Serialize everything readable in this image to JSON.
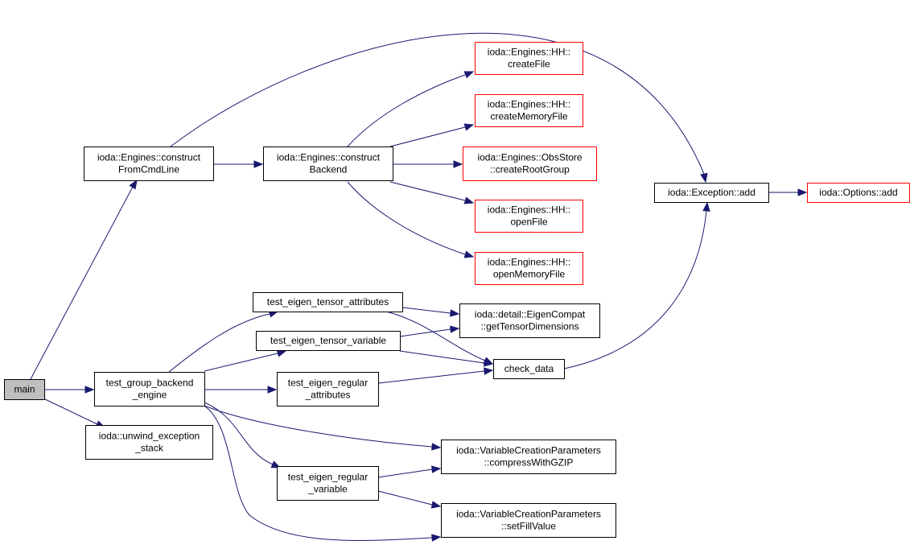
{
  "diagram": {
    "nodes": [
      {
        "id": "main",
        "lines": [
          "main"
        ],
        "style": "root"
      },
      {
        "id": "construct_cmd",
        "lines": [
          "ioda::Engines::construct",
          "FromCmdLine"
        ],
        "style": "black"
      },
      {
        "id": "construct_backend",
        "lines": [
          "ioda::Engines::construct",
          "Backend"
        ],
        "style": "black"
      },
      {
        "id": "hh_createfile",
        "lines": [
          "ioda::Engines::HH::",
          "createFile"
        ],
        "style": "red"
      },
      {
        "id": "hh_creatememfile",
        "lines": [
          "ioda::Engines::HH::",
          "createMemoryFile"
        ],
        "style": "red"
      },
      {
        "id": "obsstore_root",
        "lines": [
          "ioda::Engines::ObsStore",
          "::createRootGroup"
        ],
        "style": "red"
      },
      {
        "id": "hh_openfile",
        "lines": [
          "ioda::Engines::HH::",
          "openFile"
        ],
        "style": "red"
      },
      {
        "id": "hh_openmemfile",
        "lines": [
          "ioda::Engines::HH::",
          "openMemoryFile"
        ],
        "style": "red"
      },
      {
        "id": "exception_add",
        "lines": [
          "ioda::Exception::add"
        ],
        "style": "black"
      },
      {
        "id": "options_add",
        "lines": [
          "ioda::Options::add"
        ],
        "style": "red"
      },
      {
        "id": "test_tensor_attr",
        "lines": [
          "test_eigen_tensor_attributes"
        ],
        "style": "black"
      },
      {
        "id": "test_tensor_var",
        "lines": [
          "test_eigen_tensor_variable"
        ],
        "style": "black"
      },
      {
        "id": "get_tensor_dims",
        "lines": [
          "ioda::detail::EigenCompat",
          "::getTensorDimensions"
        ],
        "style": "black"
      },
      {
        "id": "check_data",
        "lines": [
          "check_data"
        ],
        "style": "black"
      },
      {
        "id": "test_group_backend",
        "lines": [
          "test_group_backend",
          "_engine"
        ],
        "style": "black"
      },
      {
        "id": "test_regular_attr",
        "lines": [
          "test_eigen_regular",
          "_attributes"
        ],
        "style": "black"
      },
      {
        "id": "unwind",
        "lines": [
          "ioda::unwind_exception",
          "_stack"
        ],
        "style": "black"
      },
      {
        "id": "compress_gzip",
        "lines": [
          "ioda::VariableCreationParameters",
          "::compressWithGZIP"
        ],
        "style": "black"
      },
      {
        "id": "test_regular_var",
        "lines": [
          "test_eigen_regular",
          "_variable"
        ],
        "style": "black"
      },
      {
        "id": "set_fill",
        "lines": [
          "ioda::VariableCreationParameters",
          "::setFillValue"
        ],
        "style": "black"
      }
    ],
    "edges": [
      {
        "from": "main",
        "to": "construct_cmd"
      },
      {
        "from": "main",
        "to": "test_group_backend"
      },
      {
        "from": "main",
        "to": "unwind"
      },
      {
        "from": "construct_cmd",
        "to": "construct_backend"
      },
      {
        "from": "construct_cmd",
        "to": "exception_add"
      },
      {
        "from": "construct_backend",
        "to": "hh_createfile"
      },
      {
        "from": "construct_backend",
        "to": "hh_creatememfile"
      },
      {
        "from": "construct_backend",
        "to": "obsstore_root"
      },
      {
        "from": "construct_backend",
        "to": "hh_openfile"
      },
      {
        "from": "construct_backend",
        "to": "hh_openmemfile"
      },
      {
        "from": "exception_add",
        "to": "options_add"
      },
      {
        "from": "check_data",
        "to": "exception_add"
      },
      {
        "from": "test_tensor_attr",
        "to": "get_tensor_dims"
      },
      {
        "from": "test_tensor_attr",
        "to": "check_data"
      },
      {
        "from": "test_tensor_var",
        "to": "get_tensor_dims"
      },
      {
        "from": "test_tensor_var",
        "to": "check_data"
      },
      {
        "from": "test_group_backend",
        "to": "test_tensor_attr"
      },
      {
        "from": "test_group_backend",
        "to": "test_tensor_var"
      },
      {
        "from": "test_group_backend",
        "to": "test_regular_attr"
      },
      {
        "from": "test_group_backend",
        "to": "compress_gzip"
      },
      {
        "from": "test_group_backend",
        "to": "test_regular_var"
      },
      {
        "from": "test_group_backend",
        "to": "set_fill"
      },
      {
        "from": "test_regular_attr",
        "to": "check_data"
      },
      {
        "from": "test_regular_var",
        "to": "compress_gzip"
      },
      {
        "from": "test_regular_var",
        "to": "set_fill"
      }
    ]
  }
}
